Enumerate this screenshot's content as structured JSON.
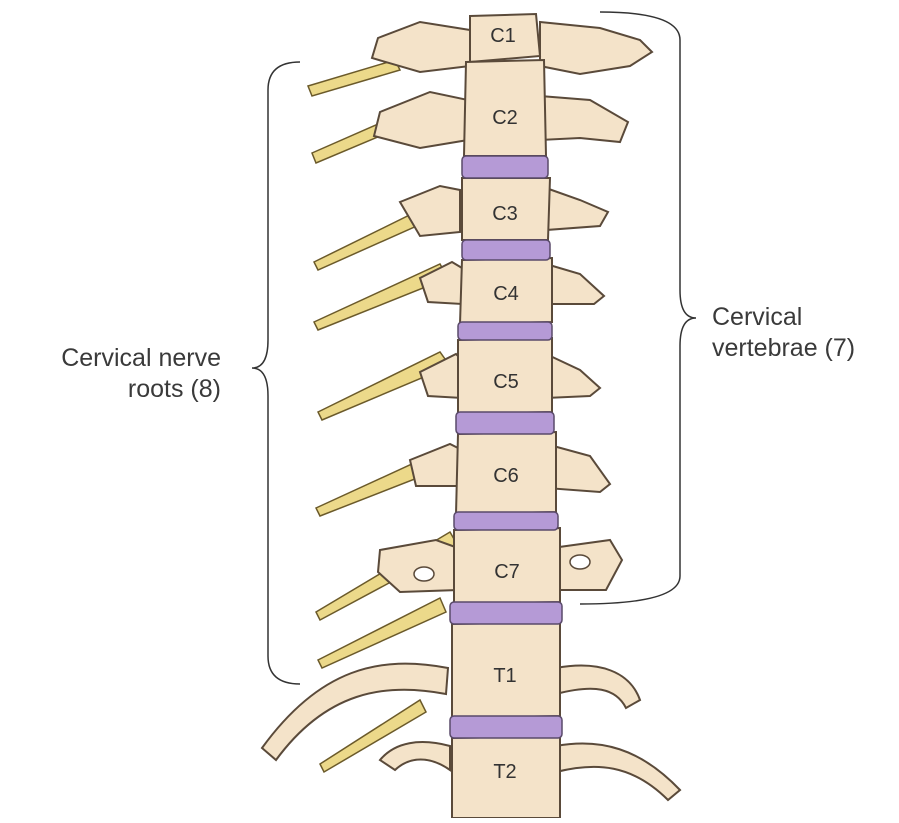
{
  "labels": {
    "nerve_roots_line1": "Cervical nerve",
    "nerve_roots_line2": "roots (8)",
    "vertebrae_line1": "Cervical",
    "vertebrae_line2": "vertebrae (7)"
  },
  "vertebrae": [
    "C1",
    "C2",
    "C3",
    "C4",
    "C5",
    "C6",
    "C7",
    "T1",
    "T2"
  ],
  "colors": {
    "bone": "#f4e3c9",
    "bone_outline": "#5a4a3a",
    "disc": "#b59ad6",
    "nerve": "#ecd98a",
    "bracket": "#333333"
  }
}
